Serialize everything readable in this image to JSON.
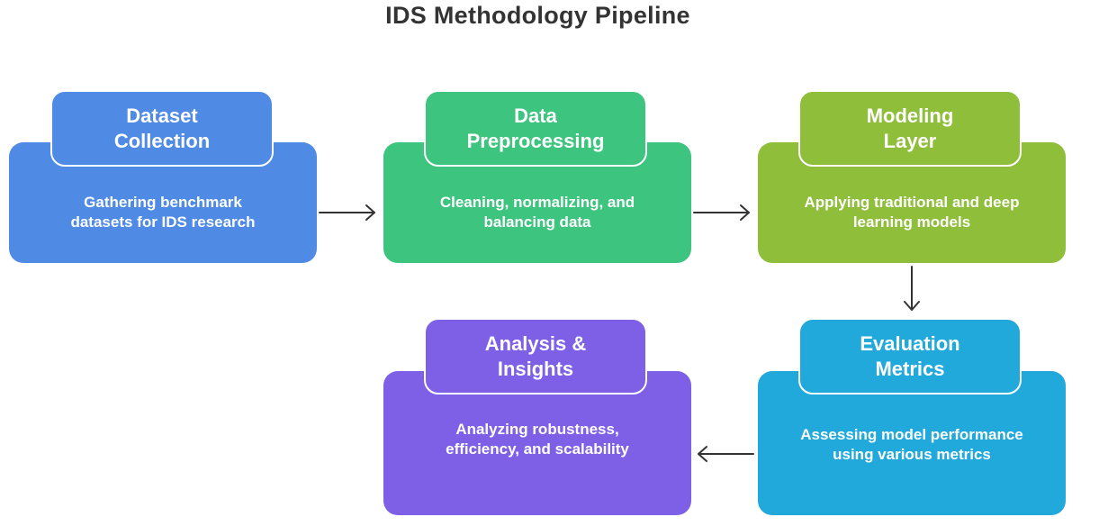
{
  "title": "IDS Methodology Pipeline",
  "steps": [
    {
      "title": "Dataset Collection",
      "description": "Gathering benchmark datasets for IDS research",
      "color": "#4f8be5"
    },
    {
      "title": "Data Preprocessing",
      "description": "Cleaning, normalizing, and balancing data",
      "color": "#3dc47e"
    },
    {
      "title": "Modeling Layer",
      "description": "Applying traditional and deep learning models",
      "color": "#8fbe3b"
    },
    {
      "title": "Evaluation Metrics",
      "description": "Assessing model performance using various metrics",
      "color": "#22a9dc"
    },
    {
      "title": "Analysis & Insights",
      "description": "Analyzing robustness, efficiency, and scalability",
      "color": "#7d60e6"
    }
  ]
}
